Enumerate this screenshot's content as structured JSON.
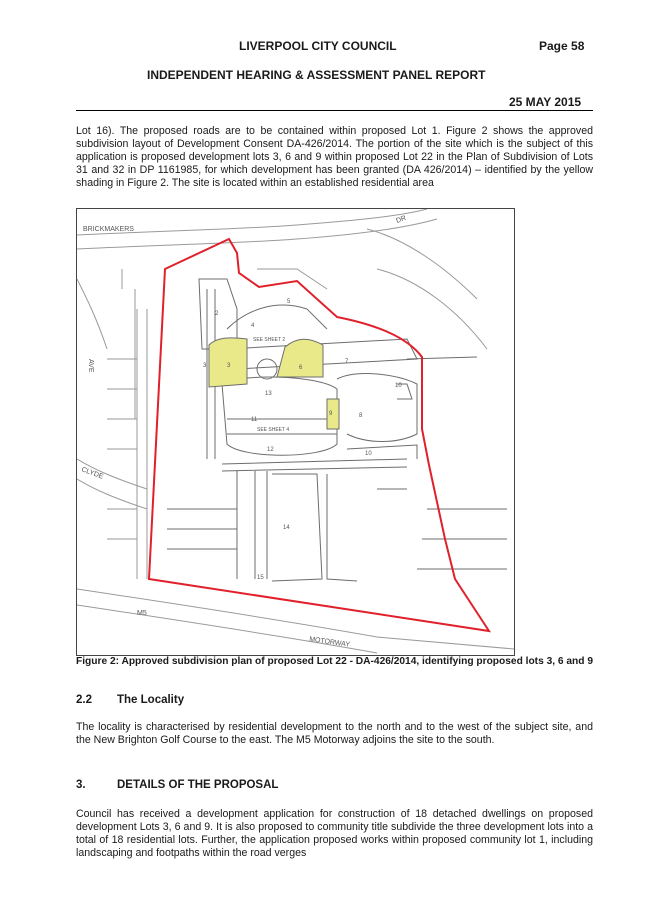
{
  "header": {
    "council": "LIVERPOOL CITY COUNCIL",
    "page": "Page 58",
    "report": "INDEPENDENT HEARING & ASSESSMENT PANEL REPORT",
    "date": "25 MAY 2015"
  },
  "intro_paragraph": "Lot 16). The proposed roads are to be contained within proposed Lot 1. Figure 2 shows the approved subdivision layout of Development Consent DA-426/2014. The portion of the site which is the subject of this application is proposed development lots 3, 6 and 9 within proposed Lot 22 in the Plan of Subdivision of Lots 31 and 32 in DP 1161985, for which development has been granted (DA 426/2014) – identified by the yellow shading in Figure 2. The site is located within an established residential area",
  "figure": {
    "labels": {
      "brickmakers": "BRICKMAKERS",
      "dr": "DR",
      "ave": "AVE",
      "clyde": "CLYDE",
      "m5": "M5",
      "motorway": "MOTORWAY",
      "sb1": "SEE SHEET 2",
      "sb2": "SEE SHEET 4"
    },
    "lots": [
      "2",
      "3",
      "4",
      "5",
      "3",
      "6",
      "7",
      "10",
      "13",
      "9",
      "8",
      "11",
      "12",
      "10",
      "14",
      "15"
    ],
    "highlight_color": "#e9e98a",
    "boundary_color": "#e0202a"
  },
  "caption": "Figure 2: Approved subdivision plan of proposed Lot 22 - DA-426/2014, identifying proposed lots 3, 6 and 9",
  "section_2_2": {
    "number": "2.2",
    "title": "The Locality",
    "text": "The locality is characterised by residential development to the north and to the west of the subject site, and the New Brighton Golf Course to the east. The M5 Motorway adjoins the site to the south."
  },
  "section_3": {
    "number": "3.",
    "title": "DETAILS OF THE PROPOSAL",
    "text": "Council has received a development application for construction of 18 detached dwellings on proposed development Lots 3, 6 and 9. It is also proposed to community title subdivide the three development lots into a total of 18 residential lots. Further, the application proposed works within proposed community lot 1, including landscaping and footpaths within the road verges"
  }
}
